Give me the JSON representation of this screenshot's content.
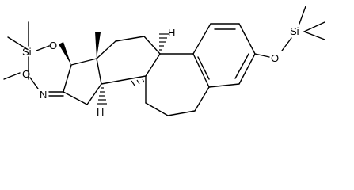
{
  "molecule": {
    "labels": {
      "si_left": "Si",
      "o_left": "O",
      "n_oxime": "N",
      "o_oxime": "O",
      "h_top": "H",
      "h_bottom": "H",
      "si_right": "Si",
      "o_right": "O"
    }
  }
}
